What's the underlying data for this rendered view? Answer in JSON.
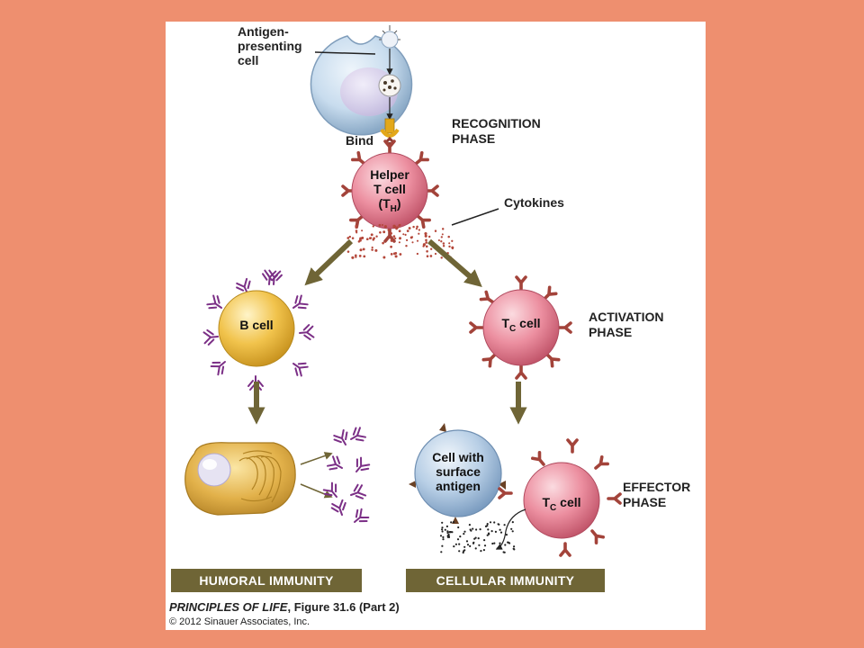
{
  "labels": {
    "apc": [
      "Antigen-",
      "presenting",
      "cell"
    ],
    "bind": "Bind",
    "cytokines": "Cytokines",
    "helper": [
      "Helper",
      "T cell"
    ],
    "helper_th_main": "(T",
    "helper_th_sub": "H",
    "helper_th_close": ")",
    "bcell": "B cell",
    "tc_main": "T",
    "tc_sub": "C",
    "tc_rest": " cell",
    "target": [
      "Cell with",
      "surface",
      "antigen"
    ]
  },
  "phases": {
    "recognition": [
      "RECOGNITION",
      "PHASE"
    ],
    "activation": [
      "ACTIVATION",
      "PHASE"
    ],
    "effector": [
      "EFFECTOR",
      "PHASE"
    ]
  },
  "bars": {
    "humoral": "HUMORAL IMMUNITY",
    "cellular": "CELLULAR IMMUNITY"
  },
  "caption": {
    "title": "PRINCIPLES OF LIFE",
    "figure": ", Figure 31.6 (Part 2)",
    "copyright": "© 2012 Sinauer Associates, Inc."
  },
  "colors": {
    "background": "#ee8f6f",
    "panel": "#ffffff",
    "bar": "#6f6536",
    "arrow": "#6f6536",
    "helper_cell": "#e77e8d",
    "b_cell": "#f0c44e",
    "antibody": "#7b2f86",
    "receptor": "#a3433a",
    "apc_cell": "#b7d0e8"
  }
}
